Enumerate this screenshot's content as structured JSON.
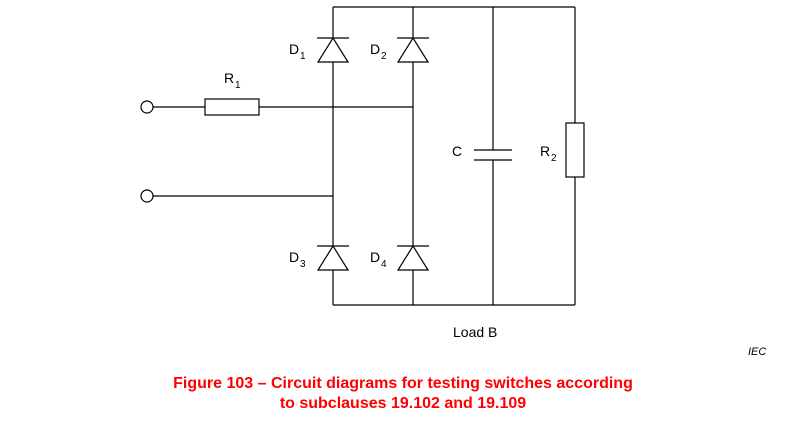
{
  "diagram": {
    "labels": {
      "d1": "D",
      "d1_sub": "1",
      "d2": "D",
      "d2_sub": "2",
      "d3": "D",
      "d3_sub": "3",
      "d4": "D",
      "d4_sub": "4",
      "r1": "R",
      "r1_sub": "1",
      "r2": "R",
      "r2_sub": "2",
      "c": "C",
      "load": "Load B"
    },
    "source_tag": "IEC"
  },
  "caption": {
    "line1": "Figure 103 – Circuit diagrams for testing switches according",
    "line2": "to subclauses 19.102 and 19.109"
  },
  "colors": {
    "caption": "#ff0000",
    "lines": "#000000"
  }
}
